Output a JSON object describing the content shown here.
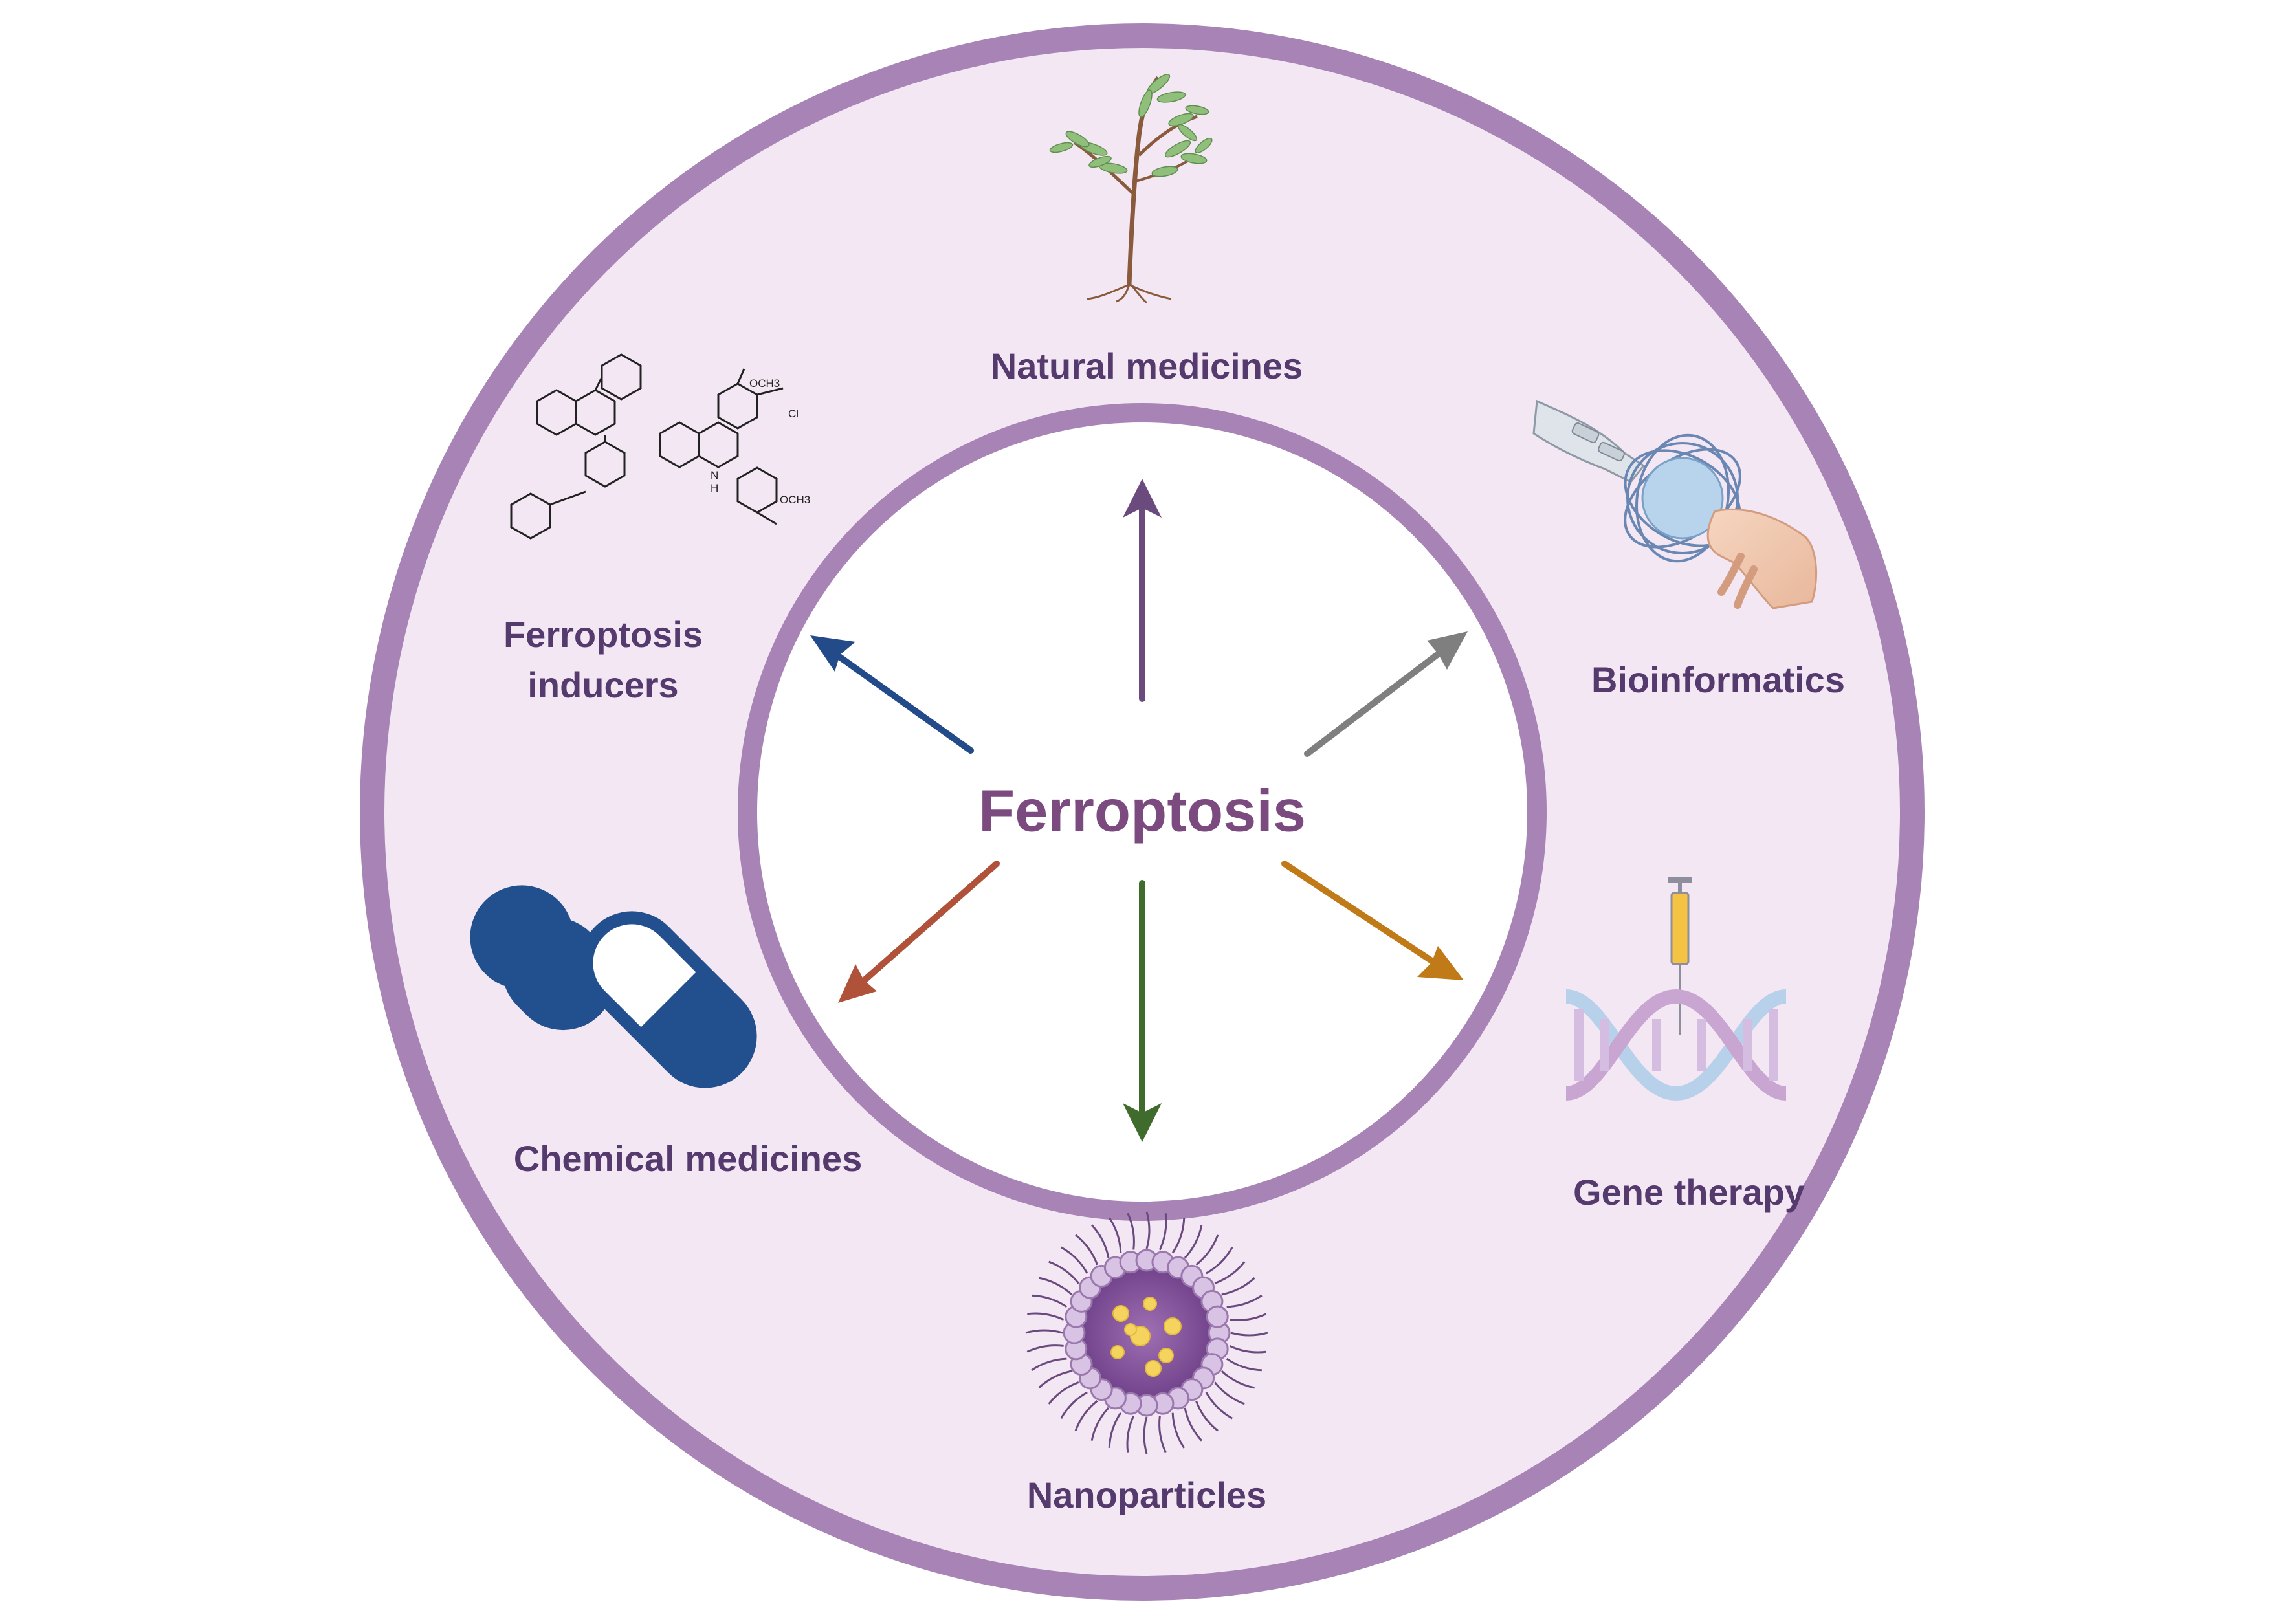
{
  "center": {
    "label": "Ferroptosis"
  },
  "categories": [
    {
      "id": "natural",
      "label": "Natural medicines",
      "arrow_color": "#6b4a7e",
      "icon": "plant-icon"
    },
    {
      "id": "bioinfo",
      "label": "Bioinformatics",
      "arrow_color": "#7f7f7f",
      "icon": "robot-hand-network-icon"
    },
    {
      "id": "gene",
      "label": "Gene therapy",
      "arrow_color": "#c07a17",
      "icon": "dna-syringe-icon"
    },
    {
      "id": "nano",
      "label": "Nanoparticles",
      "arrow_color": "#3f6b2c",
      "icon": "nanoparticle-icon"
    },
    {
      "id": "chemical",
      "label": "Chemical medicines",
      "arrow_color": "#b0523a",
      "icon": "capsule-pills-icon"
    },
    {
      "id": "inducers",
      "label_line1": "Ferroptosis",
      "label_line2": "inducers",
      "arrow_color": "#234b8a",
      "icon": "chemical-structure-icon"
    }
  ],
  "chem_labels": {
    "och3_top": "OCH3",
    "cl": "Cl",
    "och3_bottom": "OCH3",
    "nh_n": "N",
    "nh_h": "H"
  },
  "colors": {
    "ring_fill": "#f4e7f4",
    "ring_stroke": "#a883b6",
    "inner_fill": "#ffffff"
  }
}
